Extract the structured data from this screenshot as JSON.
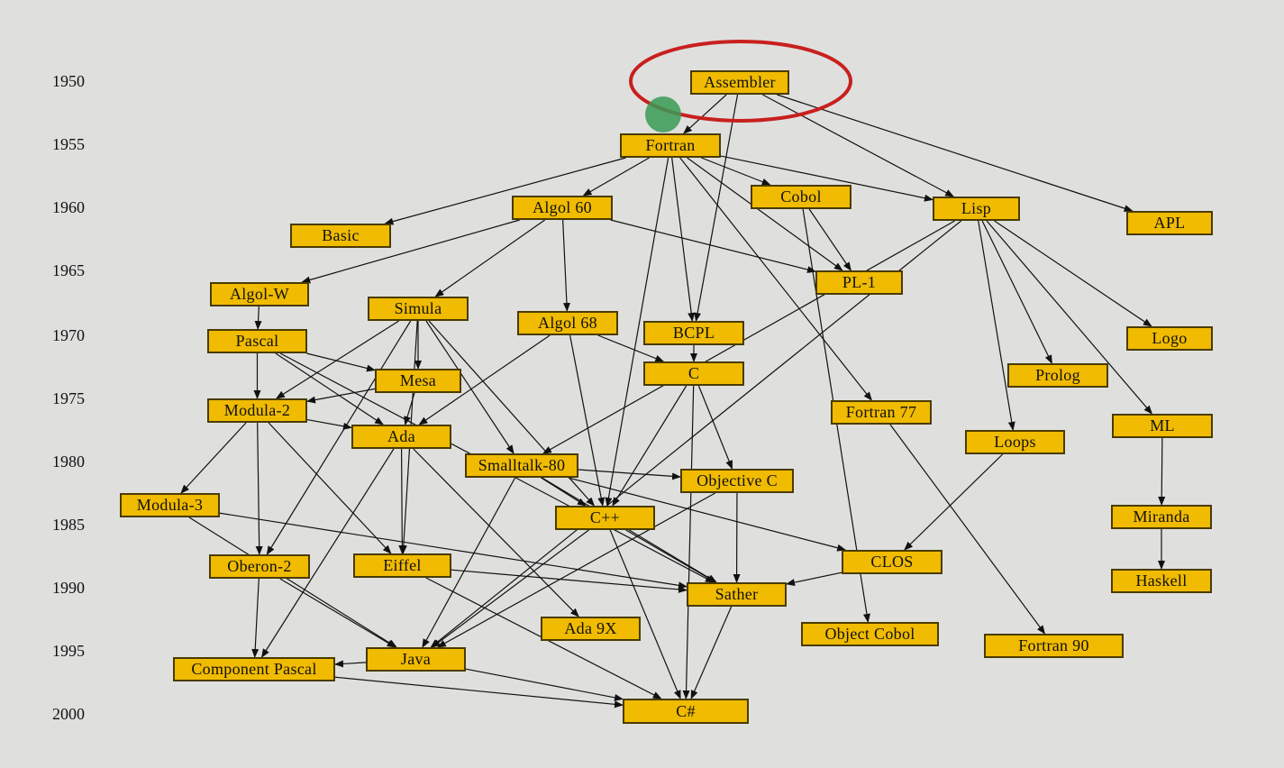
{
  "years": [
    "1950",
    "1955",
    "1960",
    "1965",
    "1970",
    "1975",
    "1980",
    "1985",
    "1990",
    "1995",
    "2000"
  ],
  "nodes": {
    "assembler": "Assembler",
    "fortran": "Fortran",
    "basic": "Basic",
    "algol60": "Algol 60",
    "cobol": "Cobol",
    "lisp": "Lisp",
    "apl": "APL",
    "algolw": "Algol-W",
    "pl1": "PL-1",
    "simula": "Simula",
    "algol68": "Algol 68",
    "bcpl": "BCPL",
    "pascal": "Pascal",
    "logo": "Logo",
    "mesa": "Mesa",
    "c": "C",
    "prolog": "Prolog",
    "modula2": "Modula-2",
    "fortran77": "Fortran 77",
    "ml": "ML",
    "ada": "Ada",
    "loops": "Loops",
    "smalltalk80": "Smalltalk-80",
    "objectivec": "Objective C",
    "modula3": "Modula-3",
    "cpp": "C++",
    "miranda": "Miranda",
    "clos": "CLOS",
    "oberon2": "Oberon-2",
    "eiffel": "Eiffel",
    "haskell": "Haskell",
    "sather": "Sather",
    "ada9x": "Ada 9X",
    "objectcobol": "Object Cobol",
    "fortran90": "Fortran 90",
    "java": "Java",
    "componentpascal": "Component Pascal",
    "csharp": "C#"
  },
  "edges": [
    [
      "assembler",
      "fortran"
    ],
    [
      "assembler",
      "bcpl"
    ],
    [
      "assembler",
      "lisp"
    ],
    [
      "assembler",
      "apl"
    ],
    [
      "fortran",
      "basic"
    ],
    [
      "fortran",
      "algol60"
    ],
    [
      "fortran",
      "cobol"
    ],
    [
      "fortran",
      "lisp"
    ],
    [
      "fortran",
      "pl1"
    ],
    [
      "fortran",
      "bcpl"
    ],
    [
      "fortran",
      "fortran77"
    ],
    [
      "fortran",
      "cpp"
    ],
    [
      "algol60",
      "algolw"
    ],
    [
      "algol60",
      "simula"
    ],
    [
      "algol60",
      "algol68"
    ],
    [
      "algol60",
      "pl1"
    ],
    [
      "cobol",
      "pl1"
    ],
    [
      "cobol",
      "objectcobol"
    ],
    [
      "lisp",
      "logo"
    ],
    [
      "lisp",
      "prolog"
    ],
    [
      "lisp",
      "ml"
    ],
    [
      "lisp",
      "loops"
    ],
    [
      "lisp",
      "smalltalk80"
    ],
    [
      "lisp",
      "java"
    ],
    [
      "algolw",
      "pascal"
    ],
    [
      "simula",
      "modula2"
    ],
    [
      "simula",
      "mesa"
    ],
    [
      "simula",
      "smalltalk80"
    ],
    [
      "simula",
      "cpp"
    ],
    [
      "simula",
      "oberon2"
    ],
    [
      "simula",
      "eiffel"
    ],
    [
      "algol68",
      "ada"
    ],
    [
      "algol68",
      "c"
    ],
    [
      "algol68",
      "cpp"
    ],
    [
      "bcpl",
      "c"
    ],
    [
      "pascal",
      "modula2"
    ],
    [
      "pascal",
      "mesa"
    ],
    [
      "pascal",
      "ada"
    ],
    [
      "pascal",
      "sather"
    ],
    [
      "mesa",
      "modula2"
    ],
    [
      "mesa",
      "ada"
    ],
    [
      "c",
      "objectivec"
    ],
    [
      "c",
      "cpp"
    ],
    [
      "c",
      "csharp"
    ],
    [
      "modula2",
      "ada"
    ],
    [
      "modula2",
      "modula3"
    ],
    [
      "modula2",
      "oberon2"
    ],
    [
      "modula2",
      "eiffel"
    ],
    [
      "fortran77",
      "fortran90"
    ],
    [
      "ml",
      "miranda"
    ],
    [
      "miranda",
      "haskell"
    ],
    [
      "ada",
      "eiffel"
    ],
    [
      "ada",
      "ada9x"
    ],
    [
      "ada",
      "componentpascal"
    ],
    [
      "loops",
      "clos"
    ],
    [
      "smalltalk80",
      "objectivec"
    ],
    [
      "smalltalk80",
      "cpp"
    ],
    [
      "smalltalk80",
      "clos"
    ],
    [
      "smalltalk80",
      "java"
    ],
    [
      "smalltalk80",
      "sather"
    ],
    [
      "objectivec",
      "sather"
    ],
    [
      "objectivec",
      "java"
    ],
    [
      "modula3",
      "sather"
    ],
    [
      "modula3",
      "java"
    ],
    [
      "cpp",
      "sather"
    ],
    [
      "cpp",
      "java"
    ],
    [
      "cpp",
      "csharp"
    ],
    [
      "clos",
      "sather"
    ],
    [
      "oberon2",
      "componentpascal"
    ],
    [
      "oberon2",
      "java"
    ],
    [
      "eiffel",
      "sather"
    ],
    [
      "eiffel",
      "csharp"
    ],
    [
      "sather",
      "csharp"
    ],
    [
      "java",
      "componentpascal"
    ],
    [
      "java",
      "csharp"
    ],
    [
      "componentpascal",
      "csharp"
    ]
  ],
  "colors": {
    "box_fill": "#f0bb00",
    "box_border": "#4a3b00",
    "background": "#dfe0de",
    "highlight_ellipse": "#c8201e",
    "cursor_dot": "#3a9a55"
  },
  "annotations": {
    "highlighted_node": "assembler",
    "cursor_marker": "green-dot"
  }
}
